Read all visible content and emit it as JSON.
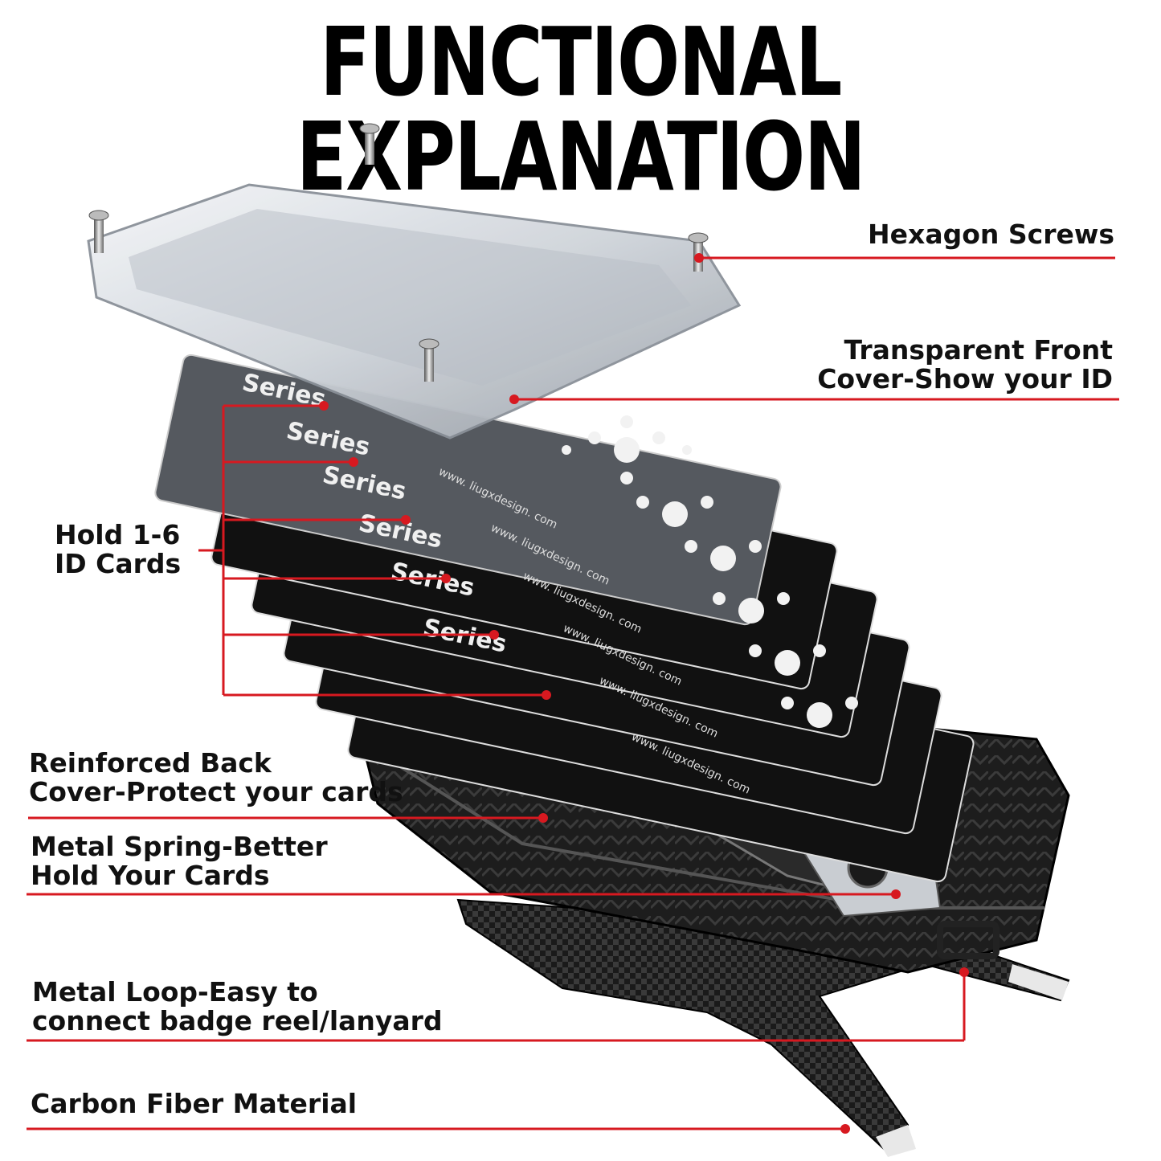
{
  "title": "FUNCTIONAL   EXPLANATION",
  "labels": {
    "hexagon_screws": "Hexagon Screws",
    "front_cover_1": "Transparent Front",
    "front_cover_2": "Cover-Show your ID",
    "hold_cards_1": "Hold 1-6",
    "hold_cards_2": "ID Cards",
    "back_cover_1": "Reinforced Back",
    "back_cover_2": "Cover-Protect your cards",
    "spring_1": "Metal Spring-Better",
    "spring_2": "Hold Your Cards",
    "loop_1": "Metal Loop-Easy to",
    "loop_2": "connect badge reel/lanyard",
    "carbon": "Carbon Fiber Material"
  },
  "card_text": {
    "series": "Series",
    "url": "www. liugxdesign. com"
  },
  "colors": {
    "accent_line": "#d71920",
    "card": "#111111",
    "text": "#111111"
  }
}
